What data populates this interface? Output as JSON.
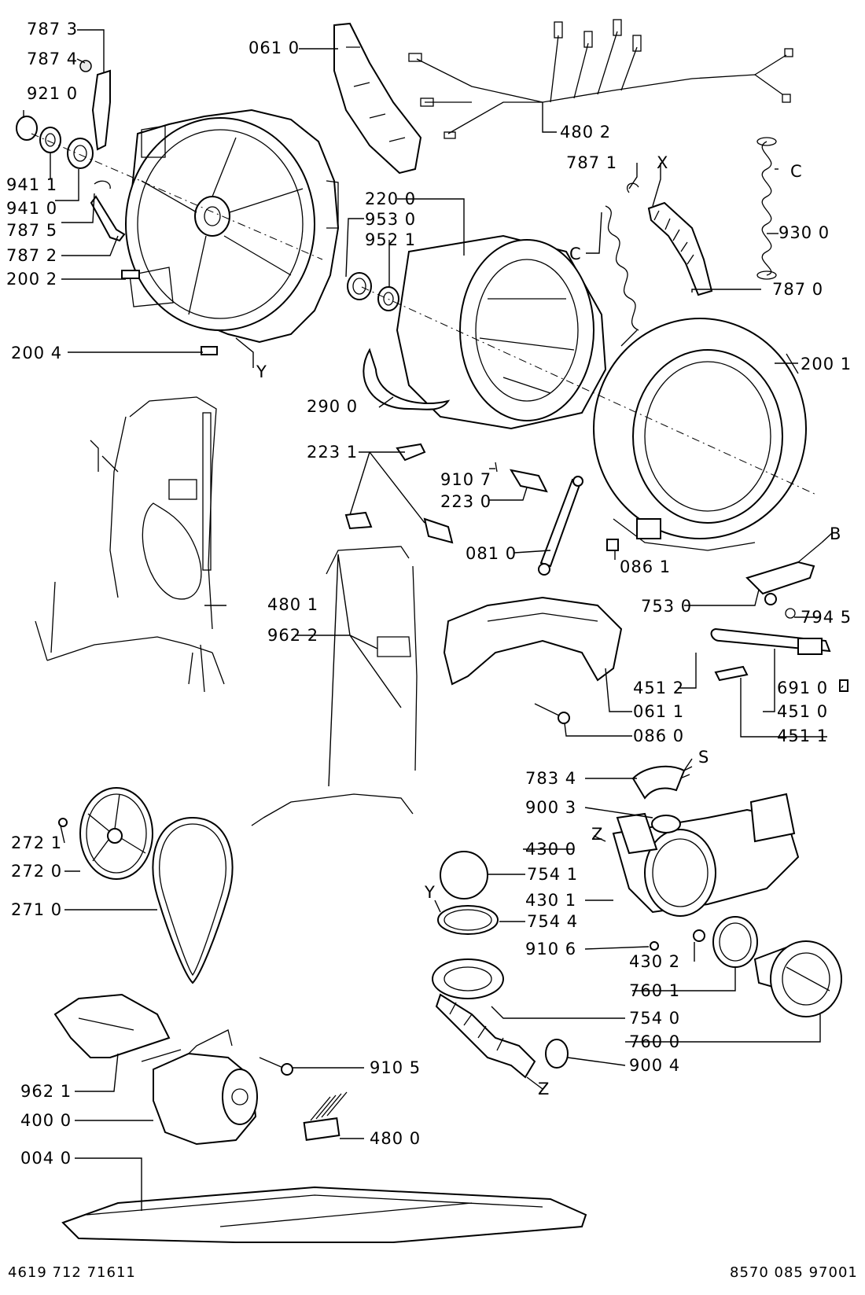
{
  "footer": {
    "left": "4619 712 71611",
    "right": "8570 085 97001"
  },
  "labels": {
    "p7873": "787 3",
    "p7874": "787 4",
    "p9210": "921 0",
    "p9411": "941 1",
    "p9410": "941 0",
    "p7875": "787 5",
    "p7872": "787 2",
    "p2002": "200 2",
    "p2004": "200 4",
    "y1": "Y",
    "p0610": "061 0",
    "p4802": "480 2",
    "p7871": "787 1",
    "x1": "X",
    "c1": "C",
    "p9300": "930 0",
    "c2": "C",
    "p7870": "787 0",
    "p2200": "220 0",
    "p9530": "953 0",
    "p9521": "952 1",
    "p2001": "200 1",
    "p2900": "290 0",
    "p2231": "223 1",
    "p9107": "910 7",
    "p2230": "223 0",
    "p0810": "081 0",
    "p0861": "086 1",
    "b1": "B",
    "p7530": "753 0",
    "p7945": "794 5",
    "p4801": "480 1",
    "p9622": "962 2",
    "p4512": "451 2",
    "p6910": "691 0",
    "p0611": "061 1",
    "p4510": "451 0",
    "p0860": "086 0",
    "p4511": "451 1",
    "s1": "S",
    "p7834": "783 4",
    "p9003": "900 3",
    "z1": "Z",
    "p4300": "430 0",
    "p7541": "754 1",
    "y2": "Y",
    "p4301": "430 1",
    "p7544": "754 4",
    "p9106": "910 6",
    "p4302": "430 2",
    "p7601": "760 1",
    "p7540": "754 0",
    "p7600": "760 0",
    "p9004": "900 4",
    "z2": "Z",
    "p2721": "272 1",
    "p2720": "272 0",
    "p2710": "271 0",
    "p9621": "962 1",
    "p4000": "400 0",
    "p9105": "910 5",
    "p4800": "480 0",
    "p0040": "004 0"
  }
}
